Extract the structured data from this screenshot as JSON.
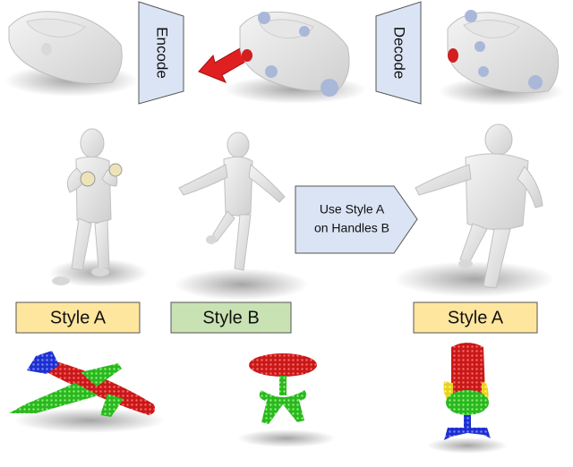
{
  "labels": {
    "encode": "Encode",
    "decode": "Decode",
    "transfer_line1": "Use Style A",
    "transfer_line2": "on Handles B",
    "style_a_left": "Style A",
    "style_b": "Style B",
    "style_a_right": "Style A"
  },
  "colors": {
    "style_a_fill": "#ffe69e",
    "style_b_fill": "#c9e2b3",
    "trapezoid_fill": "#dbe4f4",
    "arrow_red": "#e02020",
    "handle_blue": "#a9b8d8",
    "handle_red": "#d21f1f",
    "segment_red": "#c81818",
    "segment_green": "#2ab81e",
    "segment_blue": "#1e2fd0",
    "segment_yellow": "#e8d21a"
  },
  "icons": [
    "car-shape",
    "red-arrow-icon",
    "human-figure",
    "airplane-pointcloud",
    "table-pointcloud",
    "chair-pointcloud"
  ]
}
